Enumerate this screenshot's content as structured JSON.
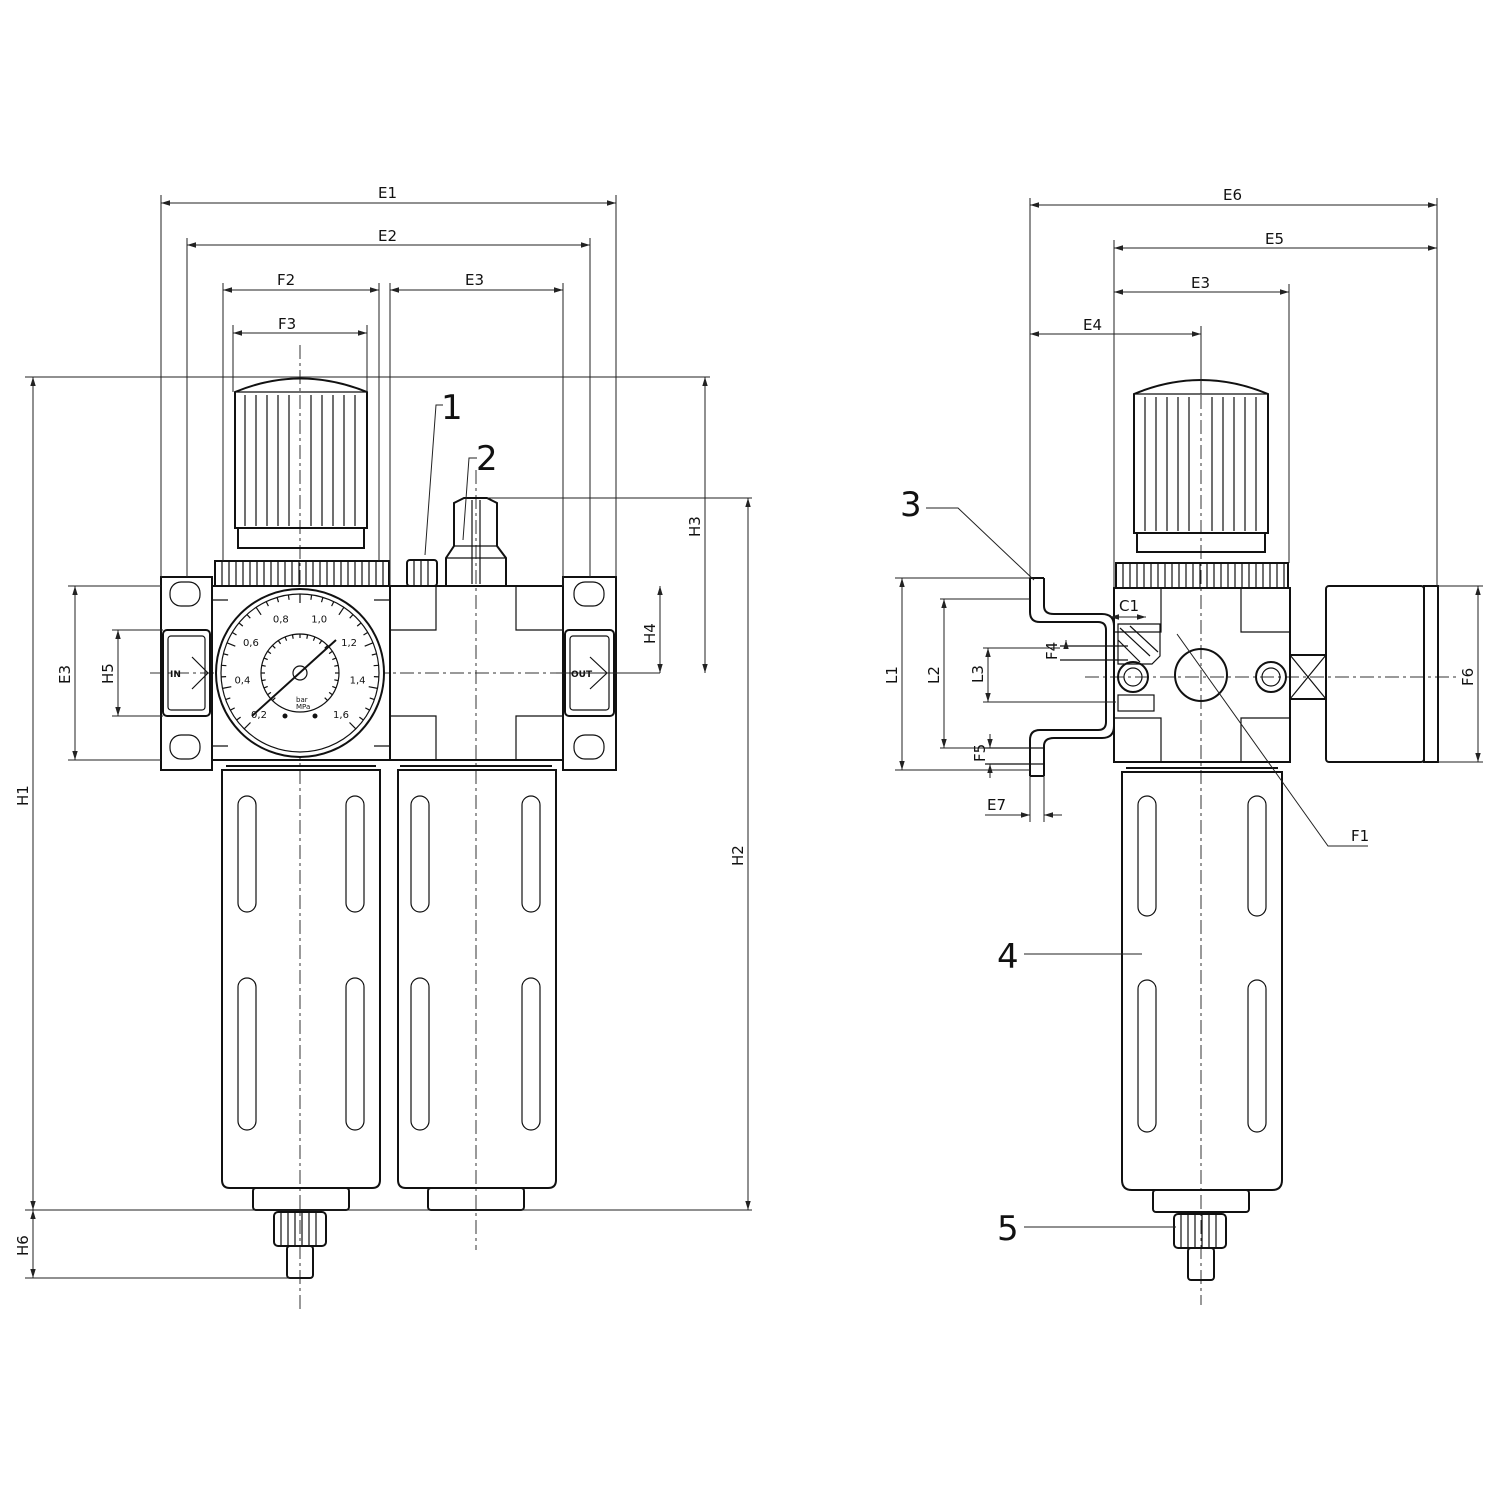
{
  "dimensions": {
    "E1": "E1",
    "E2": "E2",
    "F2": "F2",
    "F3": "F3",
    "E3": "E3",
    "H1": "H1",
    "H2": "H2",
    "H3": "H3",
    "H4": "H4",
    "H5": "H5",
    "H6": "H6",
    "E6": "E6",
    "E5": "E5",
    "E4": "E4",
    "C1": "C1",
    "F4": "F4",
    "F5": "F5",
    "F6": "F6",
    "E7": "E7",
    "F1": "F1",
    "L1": "L1",
    "L2": "L2",
    "L3": "L3"
  },
  "callouts": [
    "1",
    "2",
    "3",
    "4",
    "5"
  ],
  "ports": {
    "in": "IN",
    "out": "OUT"
  },
  "gauge": {
    "outer_ticks": [
      "0,2",
      "0,4",
      "0,6",
      "0,8",
      "1,0",
      "1,2",
      "1,4",
      "1,6"
    ],
    "unit": "bar",
    "unit2": "MPa"
  }
}
